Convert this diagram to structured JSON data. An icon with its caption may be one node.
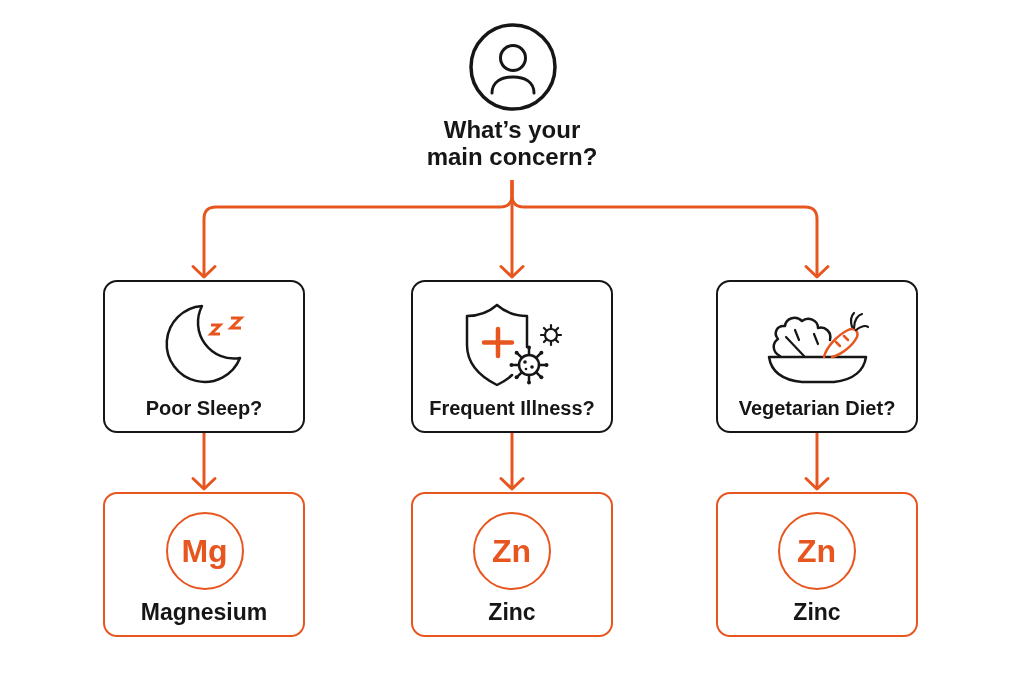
{
  "diagram": {
    "nodes": [
      {
        "text": [
          "What’s your main concern?"
        ]
      },
      {
        "text": [
          "Poor Sleep?"
        ]
      },
      {
        "text": [
          "Frequent Illness?"
        ]
      },
      {
        "text": [
          "Vegetarian Diet?"
        ]
      },
      {
        "text": [
          "Magnesium"
        ]
      },
      {
        "text": [
          "Mg"
        ],
        "in": 4
      },
      {
        "text": [
          "Zinc"
        ]
      },
      {
        "text": [
          "Zn"
        ],
        "in": 6
      },
      {
        "text": [
          "Zinc"
        ]
      },
      {
        "text": [
          "Zn"
        ],
        "in": 8
      }
    ],
    "edges": [
      {
        "from": 0,
        "to": 1,
        "arrow": "to"
      },
      {
        "from": 0,
        "to": 2,
        "arrow": "to"
      },
      {
        "from": 0,
        "to": 3,
        "arrow": "to"
      },
      {
        "from": 1,
        "to": 4,
        "arrow": "to"
      },
      {
        "from": 2,
        "to": 6,
        "arrow": "to"
      },
      {
        "from": 3,
        "to": 8,
        "arrow": "to"
      }
    ]
  }
}
